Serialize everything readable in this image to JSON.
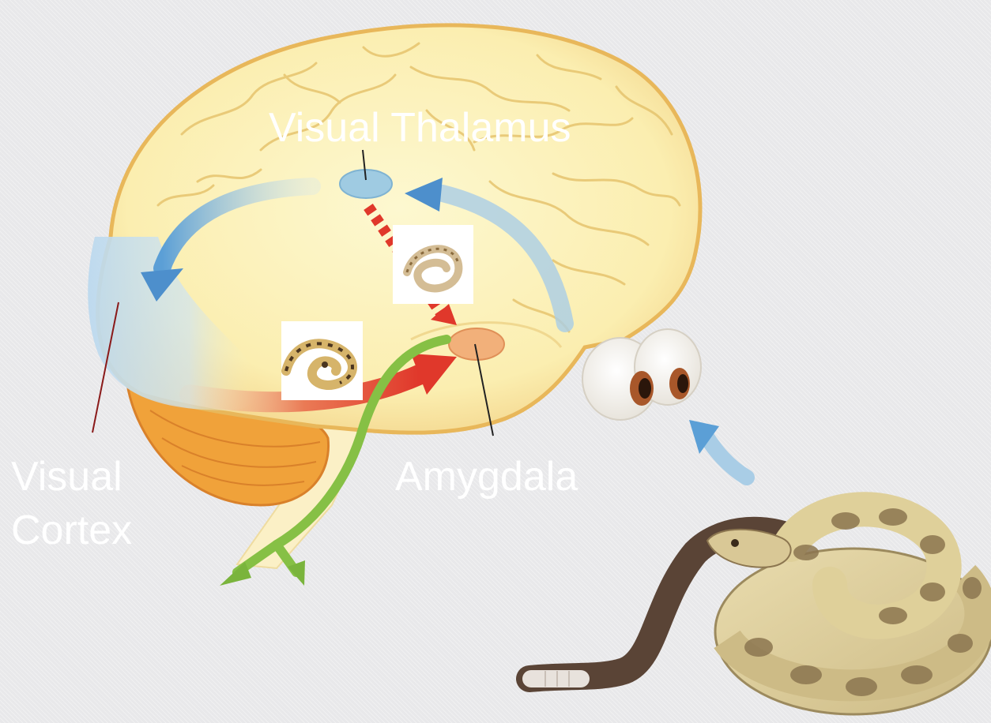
{
  "labels": {
    "visual_thalamus": "Visual Thalamus",
    "visual_cortex_line1": "Visual",
    "visual_cortex_line2": "Cortex",
    "amygdala": "Amygdala"
  },
  "colors": {
    "background": "#e8e8ea",
    "brain": "#fbf0b4",
    "brain_outline": "#e8b75a",
    "cerebellum": "#f0a23a",
    "visual_cortex": "#bcd9ee",
    "thalamus": "#9fcbe2",
    "amygdala": "#f2b07a",
    "slow_pathway_arrow": "#5b9fd6",
    "fast_pathway_arrow": "#e0382b",
    "motor_output_arrow": "#86c045",
    "label_text": "#ffffff",
    "leader_line": "#222222",
    "cortex_leader_line": "#8a1a1a"
  },
  "icons": [
    "eyes-icon",
    "rattlesnake-icon",
    "snake-thumbnail-icon"
  ]
}
